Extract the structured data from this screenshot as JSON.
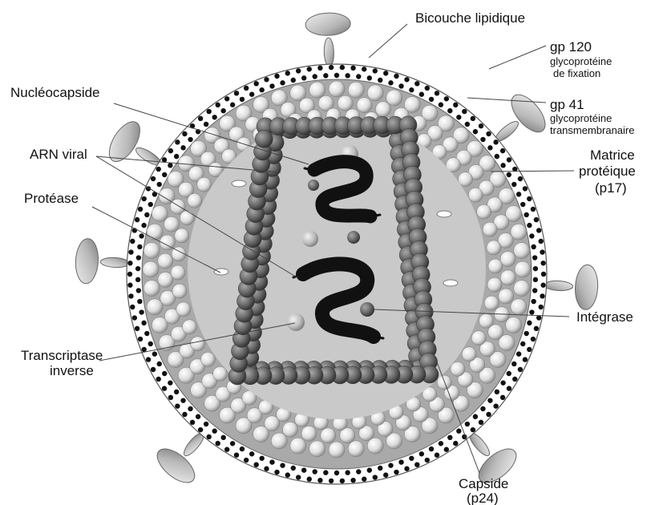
{
  "diagram": {
    "labels": {
      "bicouche": "Bicouche lipidique",
      "gp120": "gp 120",
      "gp120_line1": "glycoprotéine",
      "gp120_line2": "de fixation",
      "gp41": "gp 41",
      "gp41_line1": "glycoprotéine",
      "gp41_line2": "transmembranaire",
      "matrice_line1": "Matrice",
      "matrice_line2": "protéique",
      "matrice_line3": "(p17)",
      "nucleocapside": "Nucléocapside",
      "arn": "ARN viral",
      "protease": "Protéase",
      "integrase": "Intégrase",
      "transcriptase_line1": "Transcriptase",
      "transcriptase_line2": "inverse",
      "capside_line1": "Capside",
      "capside_line2": "(p24)"
    },
    "colors": {
      "membrane": "#ffffff",
      "lipid_dots": "#111111",
      "matrix": "#a9a9a9",
      "matrix_spheres": "#e6e6e6",
      "interior": "#c9c9c9",
      "capsid": "#5c5c5c",
      "rna": "#111111",
      "spike": "#c4c4c4"
    }
  }
}
